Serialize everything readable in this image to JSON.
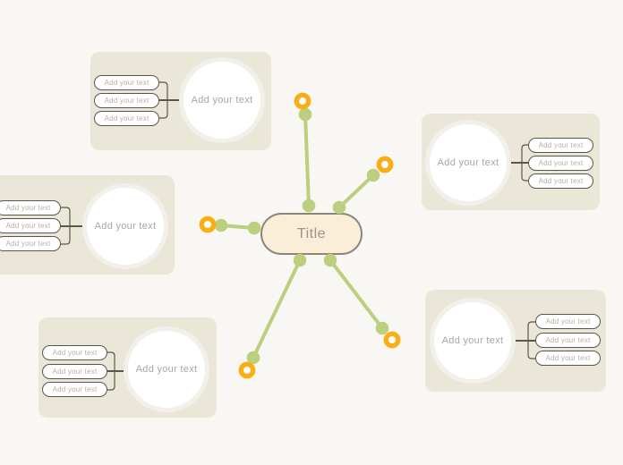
{
  "canvas": {
    "type": "mind-map-template",
    "background": "#f8f7f4"
  },
  "center_topic": {
    "label": "Title",
    "fill": "#faeed8",
    "border_color": "#8b8578",
    "text_color": "#9c9488"
  },
  "colors": {
    "branch_green": "#bccf7e",
    "handle_orange": "#f9ae16",
    "card_background": "#eae7d9",
    "pill_border": "#5b564c",
    "muted_text": "#b5b0a6"
  },
  "cards": [
    {
      "position": "top-left",
      "topic": "Add your text",
      "items": [
        "Add your text",
        "Add your text",
        "Add your text"
      ]
    },
    {
      "position": "middle-left",
      "topic": "Add your text",
      "items": [
        "Add your text",
        "Add your text",
        "Add your text"
      ]
    },
    {
      "position": "top-right",
      "topic": "Add your text",
      "items": [
        "Add your text",
        "Add your text",
        "Add your text"
      ]
    },
    {
      "position": "bottom-left",
      "topic": "Add your text",
      "items": [
        "Add your text",
        "Add your text",
        "Add your text"
      ]
    },
    {
      "position": "bottom-right",
      "topic": "Add your text",
      "items": [
        "Add your text",
        "Add your text",
        "Add your text"
      ]
    }
  ]
}
